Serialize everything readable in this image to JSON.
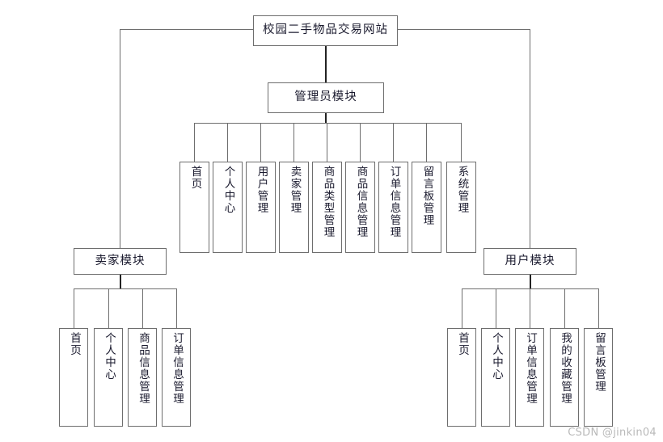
{
  "diagram": {
    "type": "tree",
    "title_node": {
      "label": "校园二手物品交易网站"
    },
    "modules": [
      {
        "id": "admin",
        "label": "管理员模块"
      },
      {
        "id": "seller",
        "label": "卖家模块"
      },
      {
        "id": "user",
        "label": "用户模块"
      }
    ],
    "admin_leaves": [
      {
        "label": "首页"
      },
      {
        "label": "个人中心"
      },
      {
        "label": "用户管理"
      },
      {
        "label": "卖家管理"
      },
      {
        "label": "商品类型管理"
      },
      {
        "label": "商品信息管理"
      },
      {
        "label": "订单信息管理"
      },
      {
        "label": "留言板管理"
      },
      {
        "label": "系统管理"
      }
    ],
    "seller_leaves": [
      {
        "label": "首页"
      },
      {
        "label": "个人中心"
      },
      {
        "label": "商品信息管理"
      },
      {
        "label": "订单信息管理"
      }
    ],
    "user_leaves": [
      {
        "label": "首页"
      },
      {
        "label": "个人中心"
      },
      {
        "label": "订单信息管理"
      },
      {
        "label": "我的收藏管理"
      },
      {
        "label": "留言板管理"
      }
    ],
    "colors": {
      "line": "#6e6e6e",
      "line_dark": "#222222",
      "box_border": "#6e6e6e",
      "box_fill": "#ffffff",
      "text": "#1a1a2e",
      "watermark": "#b9b9b9"
    }
  },
  "watermark": {
    "text": "CSDN @jinkin04"
  }
}
